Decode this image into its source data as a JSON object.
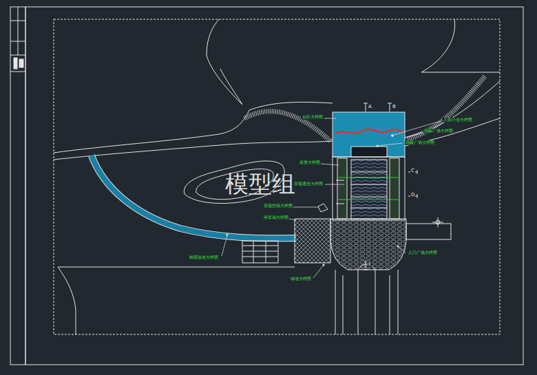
{
  "diagram": {
    "labels": [
      "台阶大样图",
      "入园小道大样图",
      "隐蔽广场大样图",
      "隐蔽广场大样图",
      "座凳大样图",
      "景观通道大样图",
      "景观挡墙大样图",
      "停车场大样图",
      "入口广场大样图",
      "林荫游道大样图",
      "铺地大样图",
      "模型组",
      "A",
      "B",
      "C",
      "D",
      "E"
    ]
  }
}
